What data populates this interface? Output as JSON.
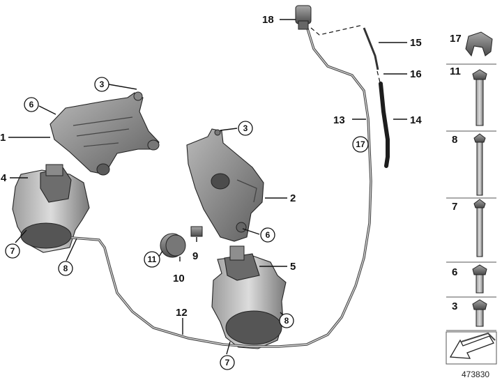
{
  "diagram": {
    "callouts": [
      "1",
      "2",
      "3",
      "4",
      "5",
      "6",
      "7",
      "8",
      "9",
      "10",
      "11",
      "12",
      "13",
      "14",
      "15",
      "16",
      "17",
      "18"
    ],
    "circled_callouts": [
      "3",
      "6",
      "7",
      "8",
      "11",
      "17"
    ],
    "side_panel": [
      "17",
      "11",
      "8",
      "7",
      "6",
      "3"
    ],
    "reference_number": "473830"
  }
}
